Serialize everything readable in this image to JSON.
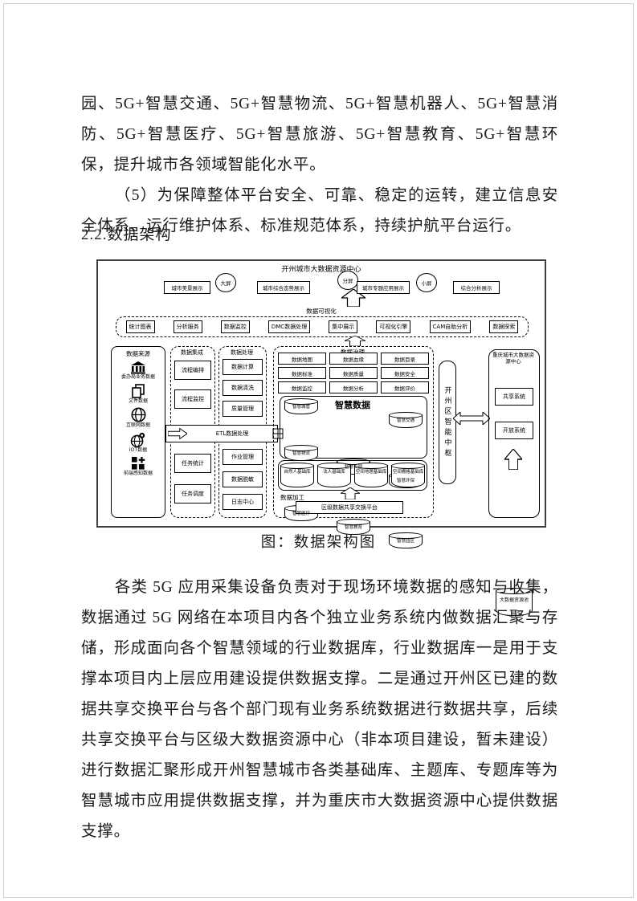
{
  "document": {
    "para_top": "园、5G+智慧交通、5G+智慧物流、5G+智慧机器人、5G+智慧消防、5G+智慧医疗、5G+智慧旅游、5G+智慧教育、5G+智慧环保，提升城市各领域智能化水平。",
    "para_5": "（5）为保障整体平台安全、可靠、稳定的运转，建立信息安全体系、运行维护体系、标准规范体系，持续护航平台运行。",
    "heading": "2.2.数据架构",
    "figure_caption": "图：数据架构图",
    "para_body": "各类 5G 应用采集设备负责对于现场环境数据的感知与收集，数据通过 5G 网络在本项目内各个独立业务系统内做数据汇聚与存储，形成面向各个智慧领域的行业数据库，行业数据库一是用于支撑本项目内上层应用建设提供数据支撑。二是通过开州区已建的数据共享交换平台与各个部门现有业务系统数据进行数据共享，后续共享交换平台与区级大数据资源中心（非本项目建设，暂未建设）进行数据汇聚形成开州智慧城市各类基础库、主题库、专题库等为智慧城市应用提供数据支撑，并为重庆市大数据资源中心提供数据支撑。"
  },
  "diagram": {
    "title": "开州城市大数据资源中心",
    "screens": {
      "large": "大屏",
      "split": "分屏",
      "small": "小屏"
    },
    "displays": [
      "城市美景展示",
      "城市综合态势展示",
      "城市专题应用展示",
      "综合分析展示"
    ],
    "viz": {
      "label": "数据可视化",
      "items": [
        "统计图表",
        "分析服务",
        "数据监控",
        "DMC数据处理",
        "集中展示",
        "可视化引擎",
        "CAM自助分析",
        "数据探索"
      ]
    },
    "source": {
      "title": "数据来源",
      "items": [
        {
          "icon": "bank-icon",
          "label": "委办局业务数据"
        },
        {
          "icon": "files-icon",
          "label": "文件数据"
        },
        {
          "icon": "globe-icon",
          "label": "互联网数据"
        },
        {
          "icon": "iot-globe-icon",
          "label": "IOT数据"
        },
        {
          "icon": "sensor-blocks-icon",
          "label": "前端感知数据"
        }
      ]
    },
    "integration": {
      "title": "数据集成",
      "items": [
        "流程编排",
        "流程监控",
        "任务统计",
        "任务调度"
      ]
    },
    "processing": {
      "title": "数据处理",
      "items": [
        "数据计算",
        "数据清洗",
        "质量管理",
        "作业管理",
        "数据脱敏",
        "日志中心"
      ]
    },
    "etl_label": "ETL数据处理",
    "governance": {
      "title": "数据治理",
      "items": [
        "数据地图",
        "数据血缘",
        "数据目录",
        "数据标准",
        "数据质量",
        "数据安全",
        "数据监控",
        "数据分析",
        "数据评价"
      ]
    },
    "smart": {
      "title": "智慧数据",
      "items": [
        "智慧城管",
        "智慧交通",
        "智慧物流",
        "智慧公园",
        "智慧环保",
        "智慧医疗",
        "智慧教育",
        "智慧园区"
      ]
    },
    "base_libraries": [
      "自然人基础库",
      "法人基础库",
      "空间地理基础库",
      "空间栅格基础库"
    ],
    "mart_label": "数据加工",
    "exchange_platform": "区级数据共享交换平台",
    "hub": "开州区智能中枢",
    "city_center": {
      "title": "重庆城市大数据资源中心",
      "systems": [
        "共享系统",
        "开放系统"
      ],
      "pool": "大数据资源池"
    }
  }
}
